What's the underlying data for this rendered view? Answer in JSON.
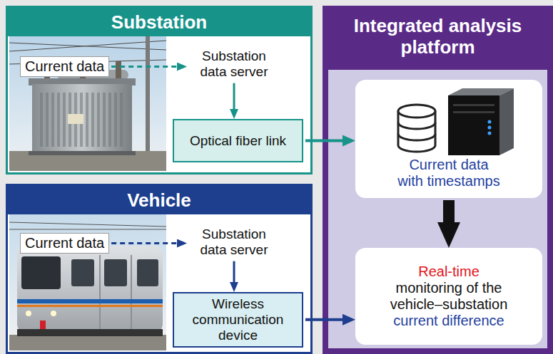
{
  "diagram": {
    "nodes": [
      {
        "text": [
          "Substation"
        ]
      },
      {
        "text": [
          "Current data"
        ],
        "in": 0
      },
      {
        "text": [
          "Substation data server"
        ],
        "in": 0
      },
      {
        "text": [
          "Optical fiber link"
        ],
        "in": 0
      },
      {
        "text": [
          "Vehicle"
        ]
      },
      {
        "text": [
          "Current data"
        ],
        "in": 4
      },
      {
        "text": [
          "Substation data server"
        ],
        "in": 4
      },
      {
        "text": [
          "Wireless communication device"
        ],
        "in": 4
      },
      {
        "text": [
          "Integrated analysis platform"
        ]
      },
      {
        "text": [
          "Current data with timestamps"
        ],
        "in": 8
      },
      {
        "text": [
          "Real-time",
          "monitoring of the vehicle–substation",
          "current difference"
        ],
        "in": 8
      }
    ],
    "edges": [
      {
        "from": 1,
        "to": 2,
        "arrow": "to"
      },
      {
        "from": 2,
        "to": 3,
        "arrow": "to"
      },
      {
        "from": 3,
        "to": 9,
        "arrow": "to"
      },
      {
        "from": 5,
        "to": 6,
        "arrow": "to"
      },
      {
        "from": 6,
        "to": 7,
        "arrow": "to"
      },
      {
        "from": 7,
        "to": 10,
        "arrow": "to"
      },
      {
        "from": 9,
        "to": 10,
        "arrow": "to"
      }
    ]
  }
}
